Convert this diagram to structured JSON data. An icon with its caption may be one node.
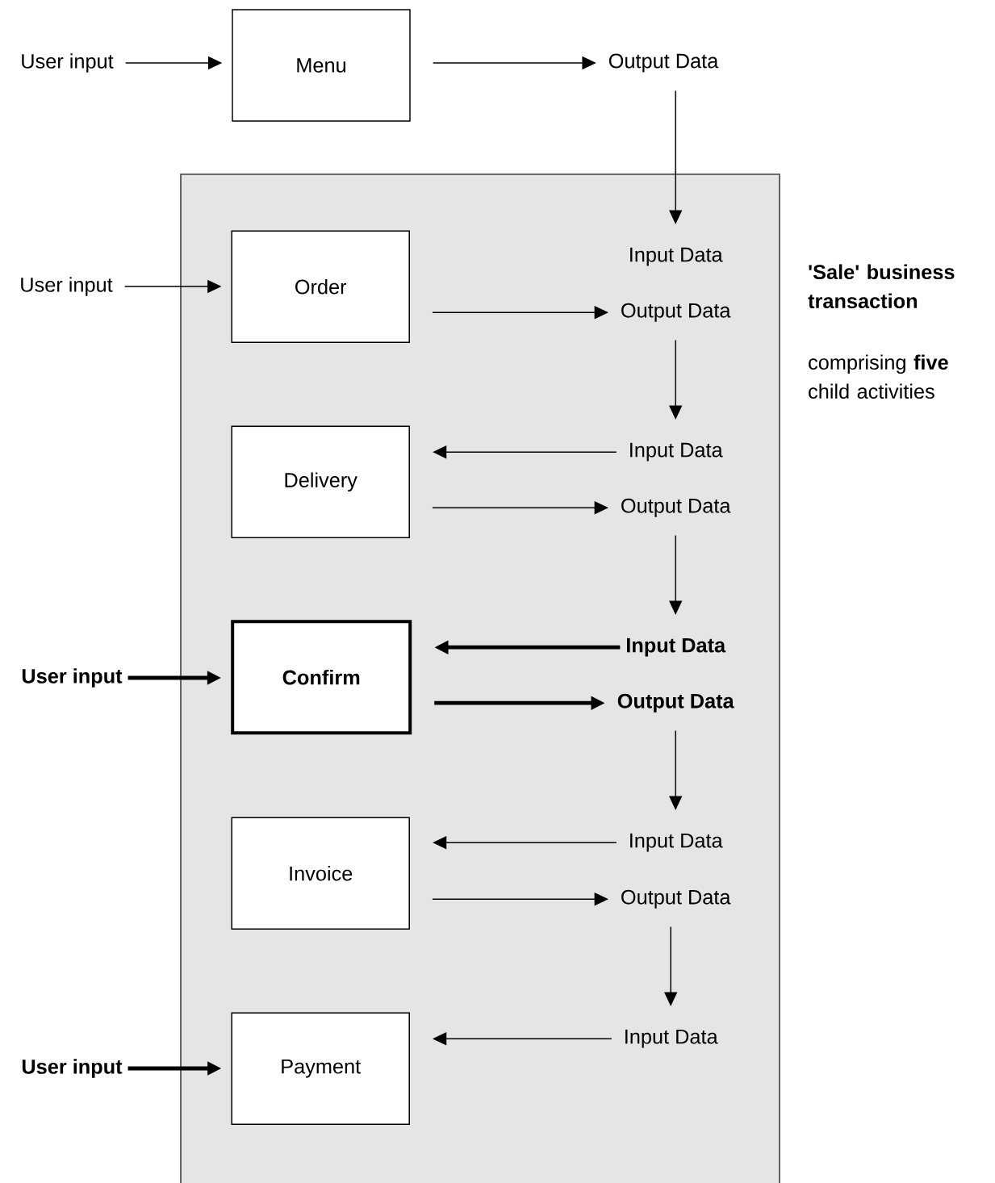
{
  "diagram": {
    "nodes": [
      {
        "text": [],
        "shape": "box",
        "beside": [
          "'Sale' business transaction",
          "comprising **five** child activities"
        ]
      },
      {
        "text": [
          "User input"
        ]
      },
      {
        "text": [
          "Menu"
        ]
      },
      {
        "text": [
          "Output Data"
        ]
      },
      {
        "text": [
          "Input Data"
        ],
        "in": 0
      },
      {
        "text": [
          "User input"
        ]
      },
      {
        "text": [
          "Order"
        ],
        "in": 0
      },
      {
        "text": [
          "Output Data"
        ],
        "in": 0
      },
      {
        "text": [
          "Delivery"
        ],
        "in": 0
      },
      {
        "text": [
          "Input Data"
        ],
        "in": 0
      },
      {
        "text": [
          "Output Data"
        ],
        "in": 0
      },
      {
        "text": [
          "User input"
        ]
      },
      {
        "text": [
          "Confirm"
        ],
        "in": 0
      },
      {
        "text": [
          "Input Data"
        ],
        "in": 0
      },
      {
        "text": [
          "Output Data"
        ],
        "in": 0
      },
      {
        "text": [
          "Invoice"
        ],
        "in": 0
      },
      {
        "text": [
          "Input Data"
        ],
        "in": 0
      },
      {
        "text": [
          "Output Data"
        ],
        "in": 0
      },
      {
        "text": [
          "User input"
        ]
      },
      {
        "text": [
          "Payment"
        ],
        "in": 0
      },
      {
        "text": [
          "Input Data"
        ],
        "in": 0
      }
    ],
    "edges": [
      {
        "from": 1,
        "to": 2,
        "arrow": "to"
      },
      {
        "from": 2,
        "to": 3,
        "arrow": "to"
      },
      {
        "from": 3,
        "to": 4,
        "arrow": "to"
      },
      {
        "from": 5,
        "to": 6,
        "arrow": "to"
      },
      {
        "from": 6,
        "to": 7,
        "arrow": "to"
      },
      {
        "from": 7,
        "to": 9,
        "arrow": "to"
      },
      {
        "from": 9,
        "to": 8,
        "arrow": "to"
      },
      {
        "from": 8,
        "to": 10,
        "arrow": "to"
      },
      {
        "from": 10,
        "to": 13,
        "arrow": "to"
      },
      {
        "from": 13,
        "to": 12,
        "arrow": "to",
        "style": "thick"
      },
      {
        "from": 11,
        "to": 12,
        "arrow": "to",
        "style": "thick"
      },
      {
        "from": 12,
        "to": 14,
        "arrow": "to",
        "style": "thick"
      },
      {
        "from": 14,
        "to": 16,
        "arrow": "to"
      },
      {
        "from": 16,
        "to": 15,
        "arrow": "to"
      },
      {
        "from": 15,
        "to": 17,
        "arrow": "to"
      },
      {
        "from": 17,
        "to": 20,
        "arrow": "to"
      },
      {
        "from": 20,
        "to": 19,
        "arrow": "to"
      },
      {
        "from": 18,
        "to": 19,
        "arrow": "to",
        "style": "thick"
      }
    ]
  }
}
